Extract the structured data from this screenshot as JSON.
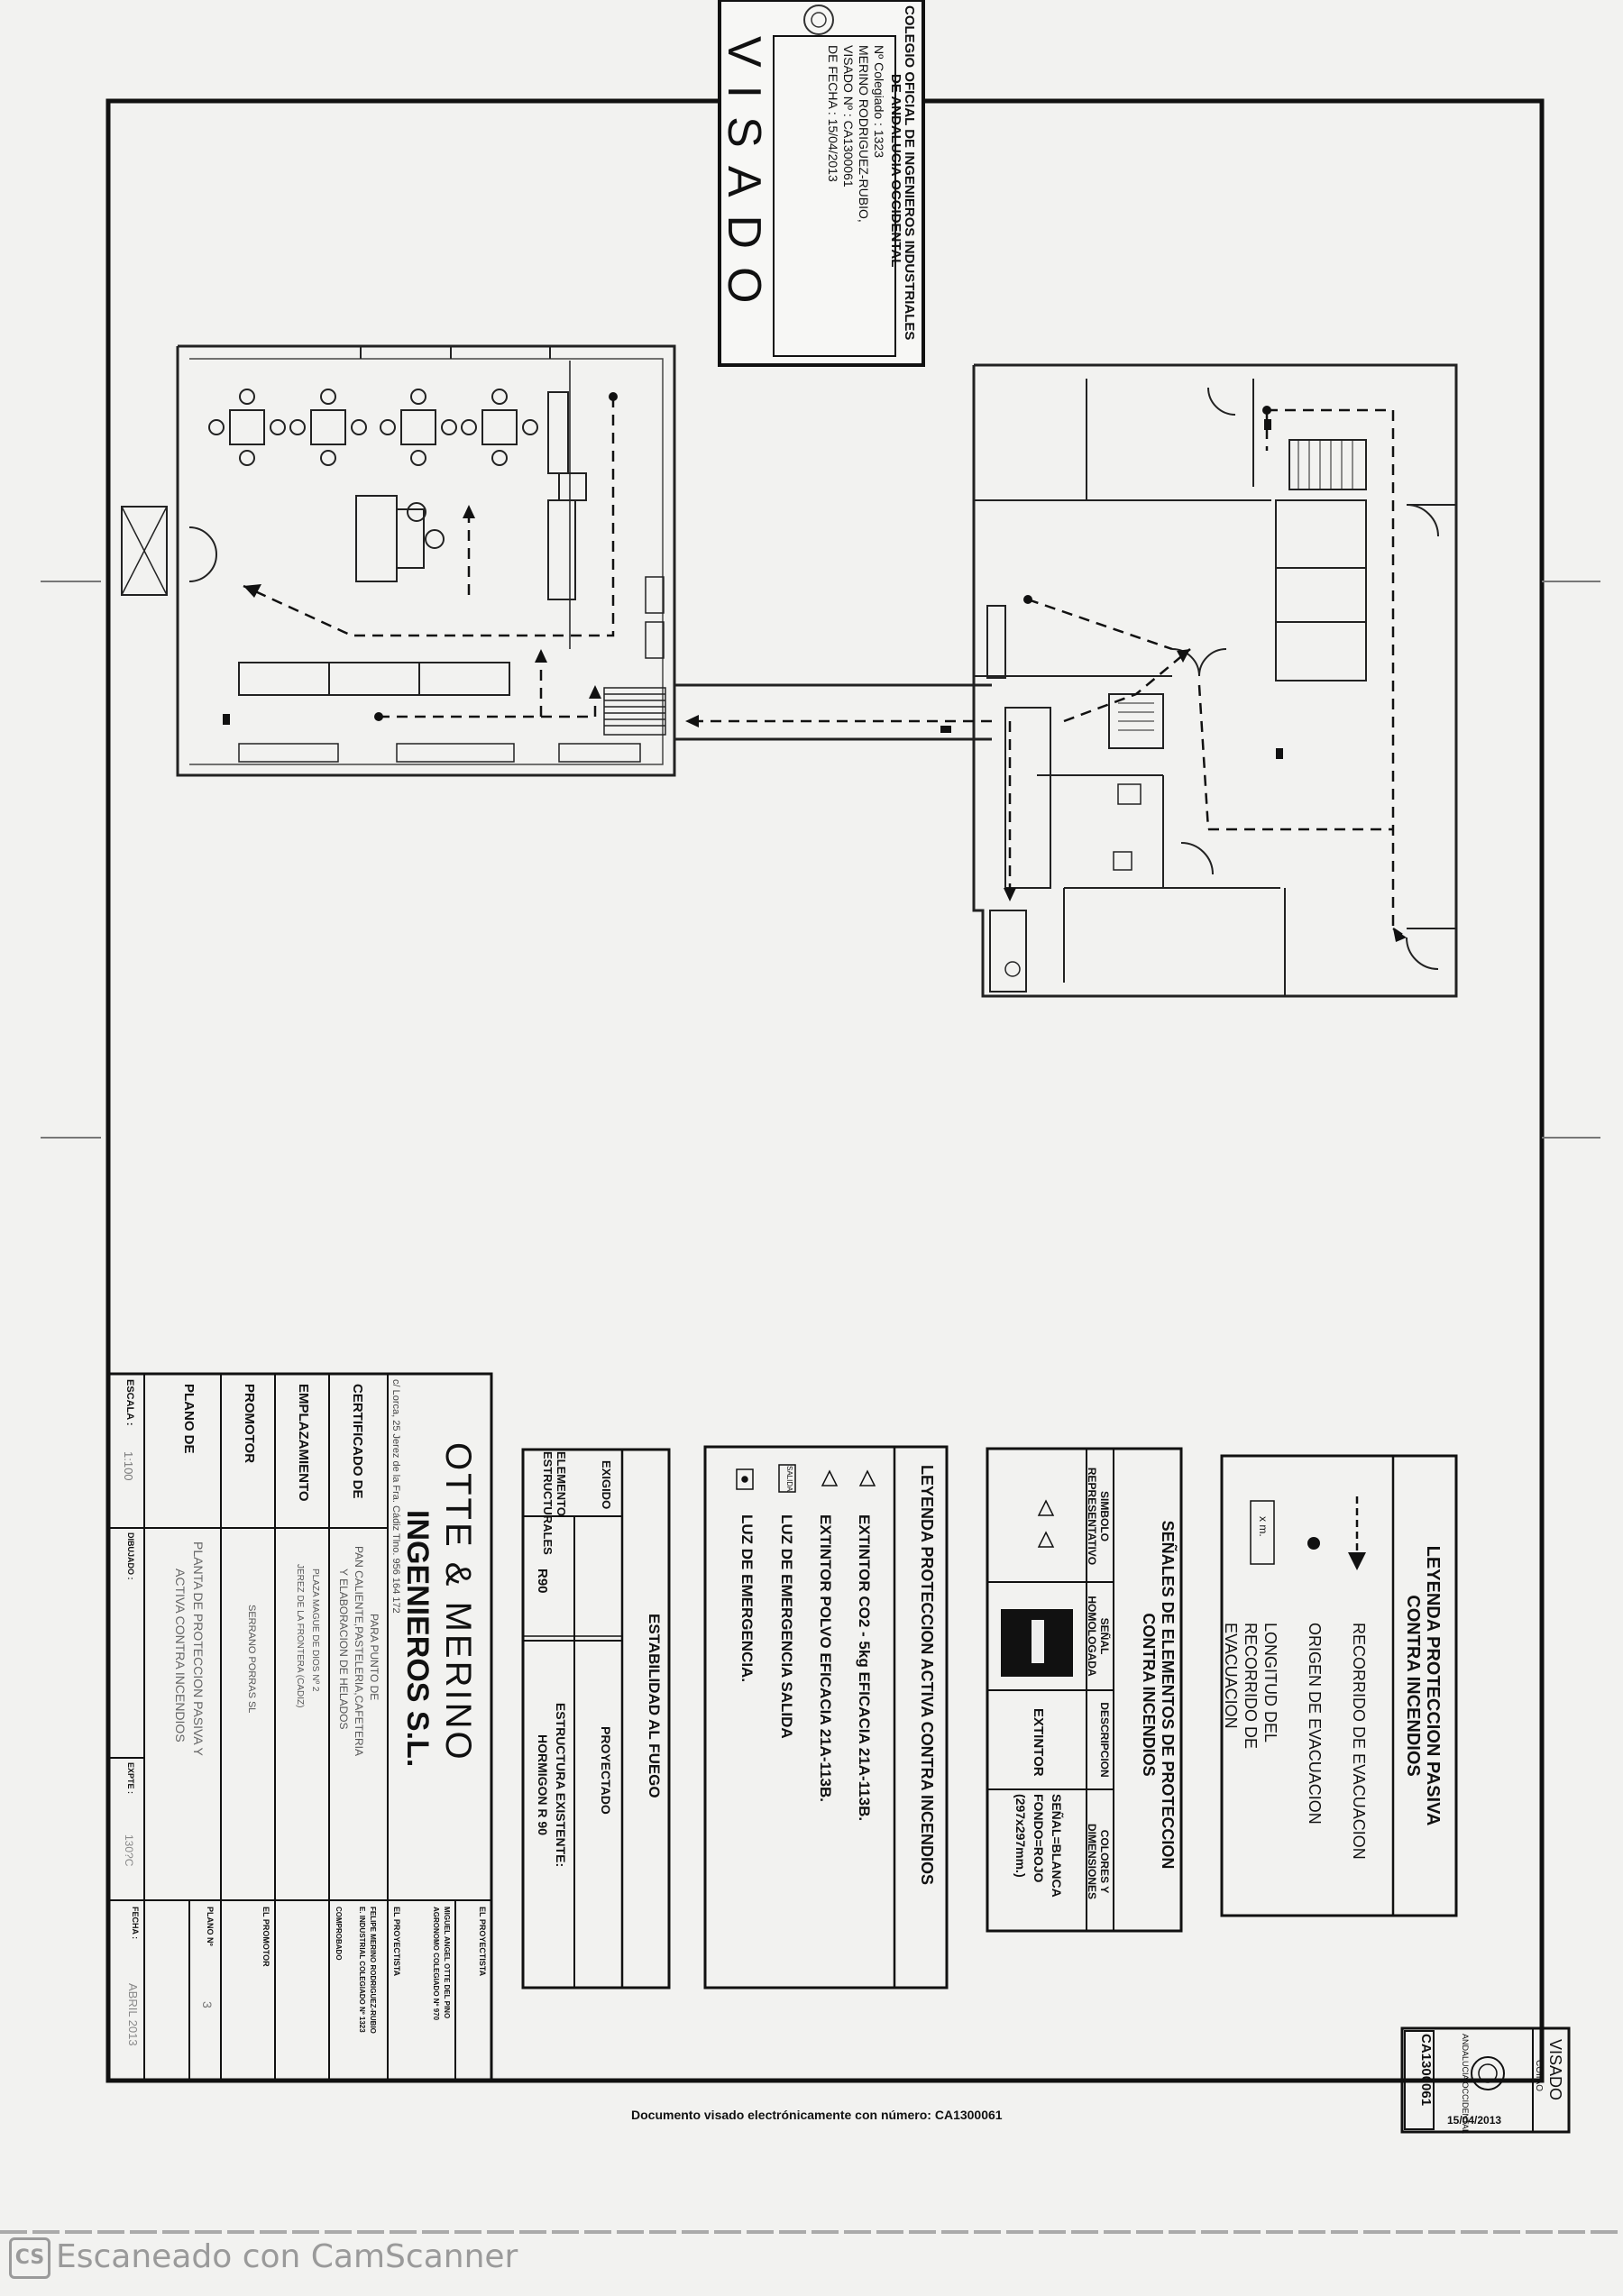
{
  "stamp_top": {
    "college": "COLEGIO OFICIAL DE INGENIEROS INDUSTRIALES",
    "region": "DE ANDALUCIA OCCIDENTAL",
    "colegiado": "Nº Colegiado : 1323",
    "name": "MERINO RODRIGUEZ-RUBIO,",
    "visado": "VISADO Nº : CA1300061",
    "fecha": "DE FECHA : 15/04/2013",
    "big": "VISADO"
  },
  "stamp_side": {
    "visado": "VISADO",
    "coiiao": "COIIAO",
    "region": "ANDALUCIA OCCIDENTAL",
    "number": "CA1300061",
    "date": "15/04/2013"
  },
  "legend_passive": {
    "title": "LEYENDA PROTECCION PASIVA CONTRA INCENDIOS",
    "items": [
      "RECORRIDO DE EVACUACION",
      "ORIGEN DE EVACUACION",
      "LONGITUD DEL RECORRIDO DE EVACUACION"
    ],
    "length_symbol": "x m."
  },
  "signals": {
    "title": "SEÑALES DE ELEMENTOS DE PROTECCION CONTRA INCENDIOS",
    "headers": [
      "SIMBOLO REPRESENTATIVO",
      "SEÑAL HOMOLOGADA",
      "DESCRIPCION",
      "COLORES Y DIMENSIONES"
    ],
    "description": "EXTINTOR",
    "colors_line1": "SEÑAL=BLANCA",
    "colors_line2": "FONDO=ROJO",
    "colors_line3": "(297x297mm.)"
  },
  "legend_active": {
    "title": "LEYENDA PROTECCION ACTIVA CONTRA INCENDIOS",
    "items": [
      "EXTINTOR CO2 - 5kg EFICACIA 21A-113B.",
      "EXTINTOR POLVO EFICACIA 21A-113B.",
      "LUZ DE EMERGENCIA SALIDA",
      "LUZ DE EMERGENCIA."
    ],
    "salida_label": "SALIDA"
  },
  "fire_stability": {
    "title": "ESTABILIDAD AL FUEGO",
    "col_element": "ELEMENTO ESTRUCTURALES",
    "col_required": "EXIGIDO",
    "col_projected": "PROYECTADO",
    "value_required": "R90",
    "value_projected": "ESTRUCTURA EXISTENTE: HORMIGON R 90"
  },
  "title_block": {
    "company_line1": "OTTE & MERINO",
    "company_line2": "INGENIEROS S.L.",
    "address": "c/ Lorca, 25  Jerez de la Fra. Cádiz  Tlno. 956 164 172",
    "cert_label": "CERTIFICADO DE",
    "cert_value1": "PARA PUNTO DE",
    "cert_value2": "PAN CALIENTE,PASTELERIA,CAFETERIA",
    "cert_value3": "Y ELABORACION DE HELADOS",
    "site_label": "EMPLAZAMIENTO",
    "site_value1": "PLAZA MAGUE DE DIOS Nº 2",
    "site_value2": "JEREZ DE LA FRONTERA (CADIZ)",
    "promoter_label": "PROMOTOR",
    "promoter_value": "SERRANO PORRAS SL",
    "plan_label": "PLANO DE",
    "plan_value1": "PLANTA DE PROTECCION PASIVA Y",
    "plan_value2": "ACTIVA CONTRA INCENDIOS",
    "scale_label": "ESCALA :",
    "scale_value": "1:100",
    "drawn_label": "DIBUJADO :",
    "expe_label": "EXPTE :",
    "expe_value": "130?C",
    "proj_label": "EL PROYECTISTA",
    "proj_name": "MIGUEL ANGEL OTTE DEL PINO",
    "proj_reg": "AGRONOMO COLEGIADO Nº 970",
    "proj2_label": "EL PROYECTISTA",
    "proj2_name": "FELIPE MERINO RODRIGUEZ-RUBIO",
    "proj2_reg": "E. INDUSTRIAL COLEGIADO Nº 1323",
    "checked_label": "COMPROBADO",
    "promoter_sign": "EL PROMOTOR",
    "plan_no_label": "PLANO Nº",
    "plan_no_value": "3",
    "date_label": "FECHA :",
    "date_value": "ABRIL 2013"
  },
  "footer_note": "Documento visado electrónicamente con número: CA1300061",
  "scanner": "Escaneado con CamScanner",
  "scanner_logo": "CS"
}
